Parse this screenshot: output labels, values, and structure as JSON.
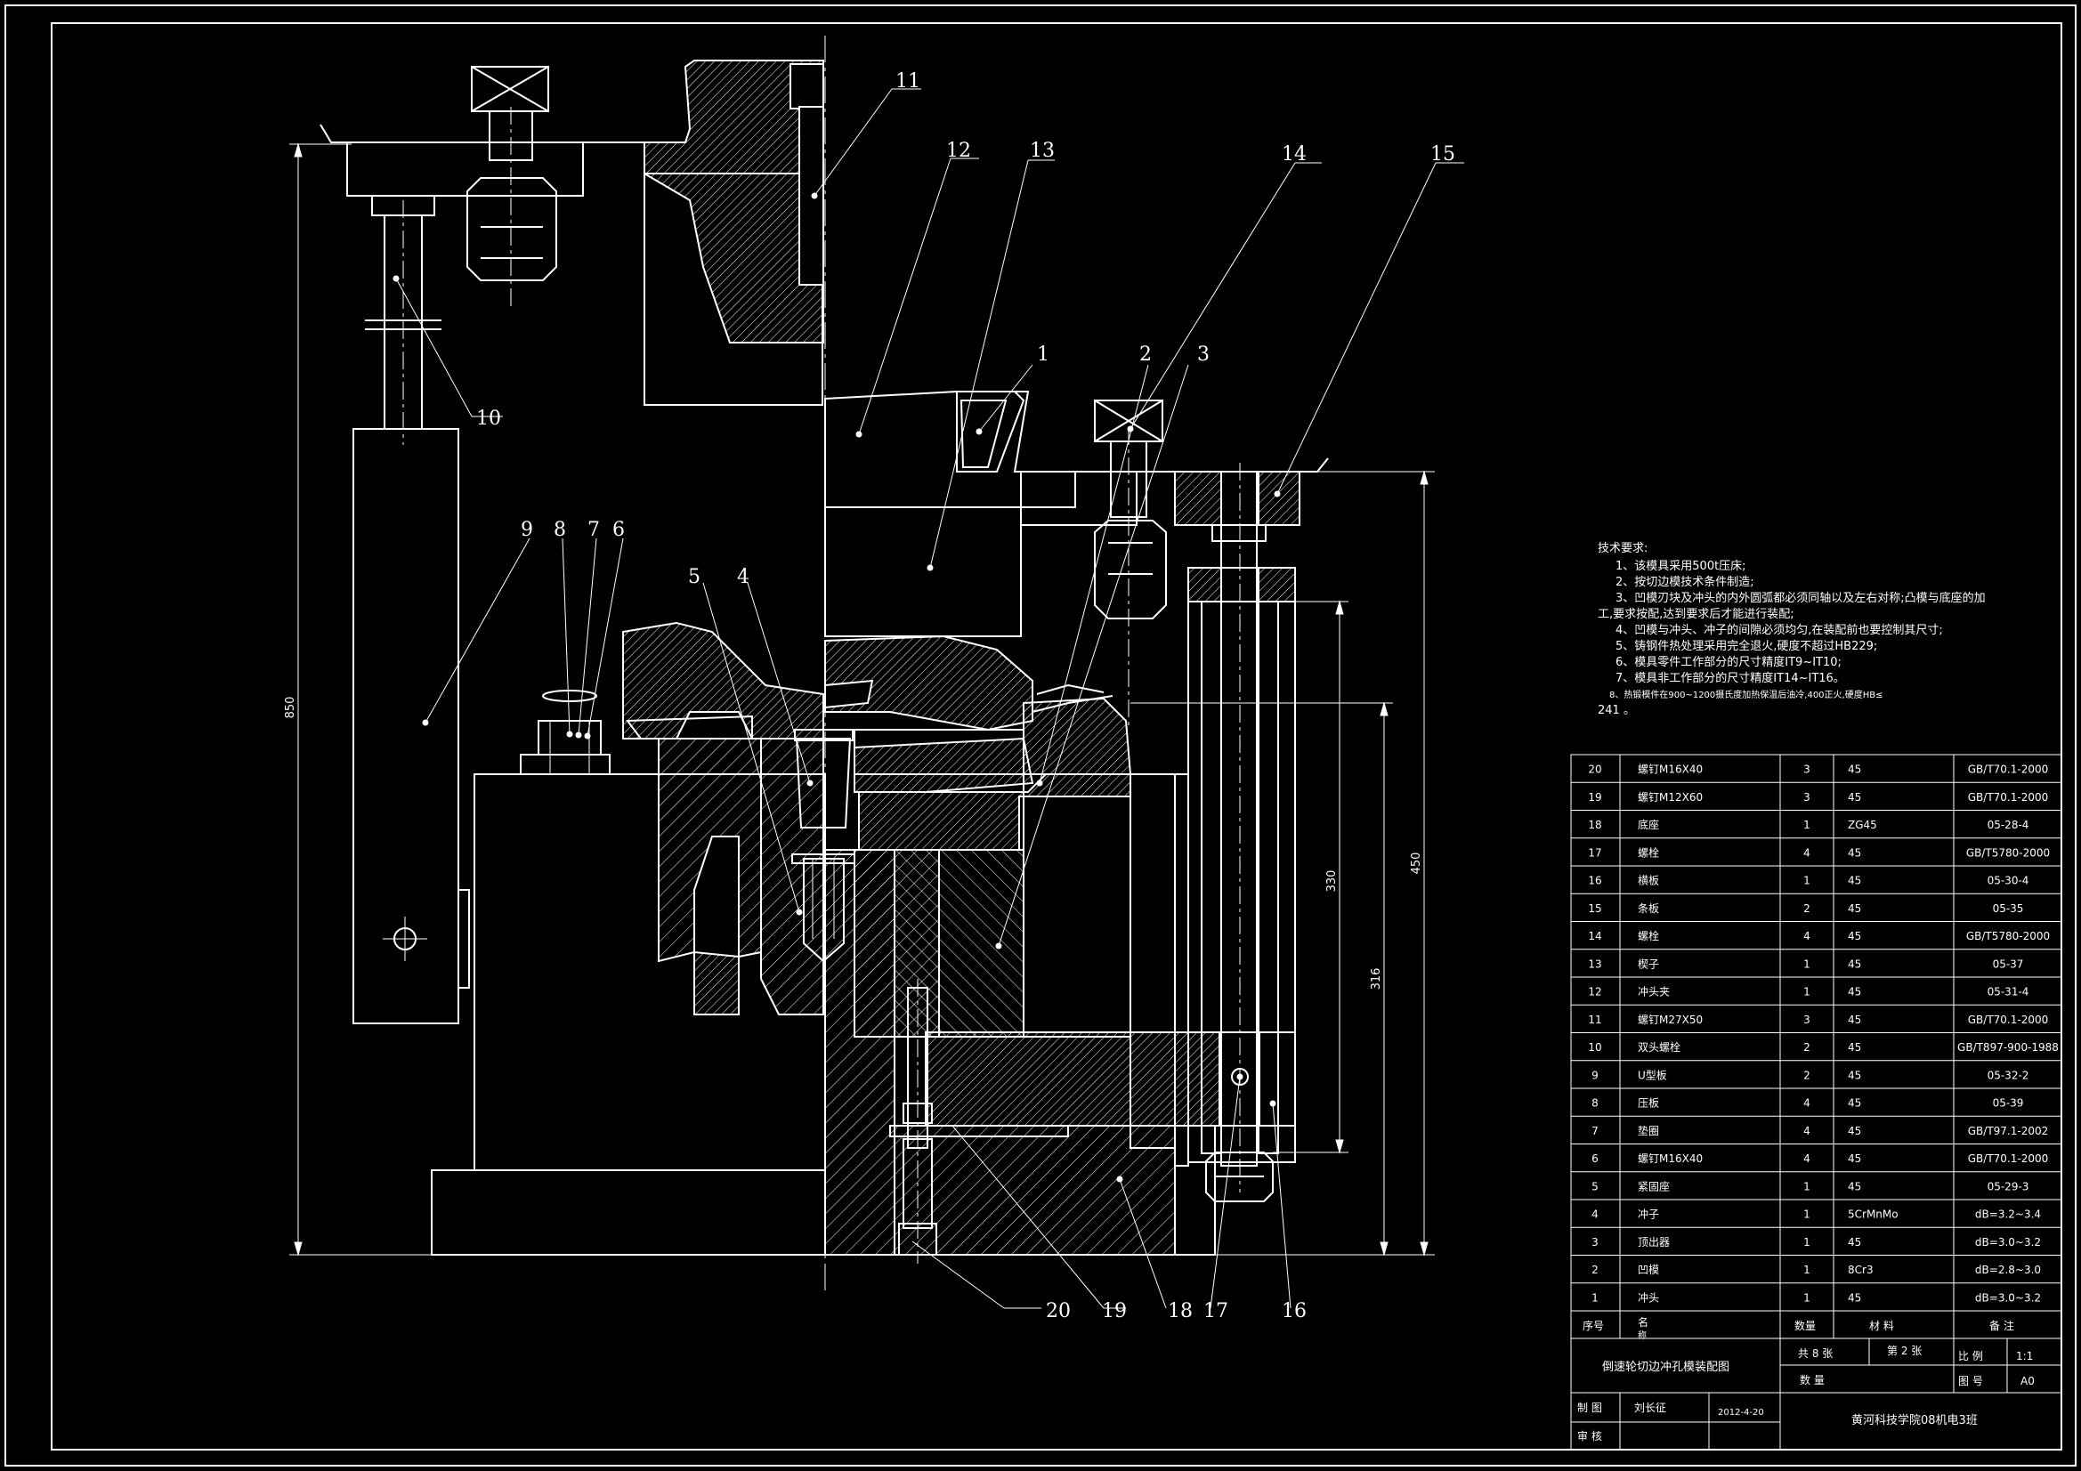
{
  "callouts": {
    "c1": "1",
    "c2": "2",
    "c3": "3",
    "c4": "4",
    "c5": "5",
    "c6": "6",
    "c7": "7",
    "c8": "8",
    "c9": "9",
    "c10": "10",
    "c11": "11",
    "c12": "12",
    "c13": "13",
    "c14": "14",
    "c15": "15",
    "c16": "16",
    "c17": "17",
    "c18": "18",
    "c19": "19",
    "c20": "20"
  },
  "dimensions": {
    "d850": "850",
    "d450": "450",
    "d330": "330",
    "d316": "316"
  },
  "tech_requirements": {
    "heading": "技术要求:",
    "lines": [
      "1、该模具采用500t压床;",
      "2、按切边模技术条件制造;",
      "3、凹模刃块及冲头的内外圆弧都必须同轴以及左右对称;凸模与底座的加",
      "工,要求按配,达到要求后才能进行装配;",
      "4、凹模与冲头、冲子的间隙必须均匀,在装配前也要控制其尺寸;",
      "5、铸钢件热处理采用完全退火,硬度不超过HB229;",
      "6、模具零件工作部分的尺寸精度IT9~IT10;",
      "7、模具非工作部分的尺寸精度IT14~IT16。",
      "8、热锻模件在900~1200摄氏度加热保温后油冷,400正火,硬度HB≤",
      "241 。"
    ]
  },
  "bom": {
    "rows": [
      {
        "no": "20",
        "name": "螺钉M16X40",
        "qty": "3",
        "mat": "45",
        "note": "GB/T70.1-2000"
      },
      {
        "no": "19",
        "name": "螺钉M12X60",
        "qty": "3",
        "mat": "45",
        "note": "GB/T70.1-2000"
      },
      {
        "no": "18",
        "name": "底座",
        "qty": "1",
        "mat": "ZG45",
        "note": "05-28-4"
      },
      {
        "no": "17",
        "name": "螺栓",
        "qty": "4",
        "mat": "45",
        "note": "GB/T5780-2000"
      },
      {
        "no": "16",
        "name": "横板",
        "qty": "1",
        "mat": "45",
        "note": "05-30-4"
      },
      {
        "no": "15",
        "name": "条板",
        "qty": "2",
        "mat": "45",
        "note": "05-35"
      },
      {
        "no": "14",
        "name": "螺栓",
        "qty": "4",
        "mat": "45",
        "note": "GB/T5780-2000"
      },
      {
        "no": "13",
        "name": "楔子",
        "qty": "1",
        "mat": "45",
        "note": "05-37"
      },
      {
        "no": "12",
        "name": "冲头夹",
        "qty": "1",
        "mat": "45",
        "note": "05-31-4"
      },
      {
        "no": "11",
        "name": "螺钉M27X50",
        "qty": "3",
        "mat": "45",
        "note": "GB/T70.1-2000"
      },
      {
        "no": "10",
        "name": "双头螺栓",
        "qty": "2",
        "mat": "45",
        "note": "GB/T897-900-1988"
      },
      {
        "no": "9",
        "name": "U型板",
        "qty": "2",
        "mat": "45",
        "note": "05-32-2"
      },
      {
        "no": "8",
        "name": "压板",
        "qty": "4",
        "mat": "45",
        "note": "05-39"
      },
      {
        "no": "7",
        "name": "垫圈",
        "qty": "4",
        "mat": "45",
        "note": "GB/T97.1-2002"
      },
      {
        "no": "6",
        "name": "螺钉M16X40",
        "qty": "4",
        "mat": "45",
        "note": "GB/T70.1-2000"
      },
      {
        "no": "5",
        "name": "紧固座",
        "qty": "1",
        "mat": "45",
        "note": "05-29-3"
      },
      {
        "no": "4",
        "name": "冲子",
        "qty": "1",
        "mat": "5CrMnMo",
        "note": "dB=3.2~3.4"
      },
      {
        "no": "3",
        "name": "顶出器",
        "qty": "1",
        "mat": "45",
        "note": "dB=3.0~3.2"
      },
      {
        "no": "2",
        "name": "凹模",
        "qty": "1",
        "mat": "8Cr3",
        "note": "dB=2.8~3.0"
      },
      {
        "no": "1",
        "name": "冲头",
        "qty": "1",
        "mat": "45",
        "note": "dB=3.0~3.2"
      }
    ],
    "header": {
      "no": "序号",
      "name": "名",
      "name2": "称",
      "qty": "数量",
      "mat": "材  料",
      "note": "备  注"
    }
  },
  "title_block": {
    "drawing_title": "倒速轮切边冲孔模装配图",
    "sheets_total": "共 8 张",
    "sheet_no": "第 2 张",
    "scale_label": "比  例",
    "scale_value": "1:1",
    "qty_label": "数  量",
    "drawing_no_label": "图  号",
    "drawing_no_value": "A0",
    "drawn_label": "制  图",
    "drawn_by": "刘长征",
    "date": "2012-4-20",
    "checked_label": "审  核",
    "school": "黄河科技学院08机电3班"
  }
}
